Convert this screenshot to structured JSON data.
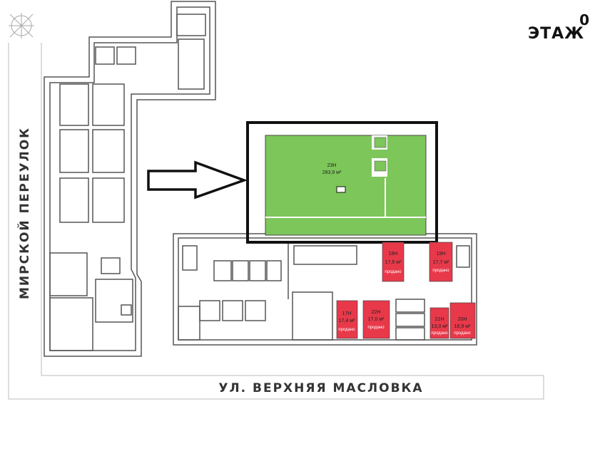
{
  "logo": {
    "floor": "0",
    "label": "ЭТАЖ"
  },
  "streets": {
    "left": "МИРСКОЙ ПЕРЕУЛОК",
    "bottom": "УЛ. ВЕРХНЯЯ МАСЛОВКА"
  },
  "colors": {
    "available": "#7dc65a",
    "sold": "#e8394a",
    "frame": "#111111"
  },
  "highlighted_unit": {
    "id": "23Н",
    "area": "283,9 м²"
  },
  "units": [
    {
      "id": "18Н",
      "area": "17,6 м²",
      "status": "продано"
    },
    {
      "id": "19Н",
      "area": "17,7 м²",
      "status": "продано"
    },
    {
      "id": "17Н",
      "area": "17,4 м²",
      "status": "продано"
    },
    {
      "id": "22Н",
      "area": "17,0 м²",
      "status": "продано"
    },
    {
      "id": "21Н",
      "area": "13,0 м²",
      "status": "продано"
    },
    {
      "id": "20Н",
      "area": "16,9 м²",
      "status": "продано"
    }
  ]
}
